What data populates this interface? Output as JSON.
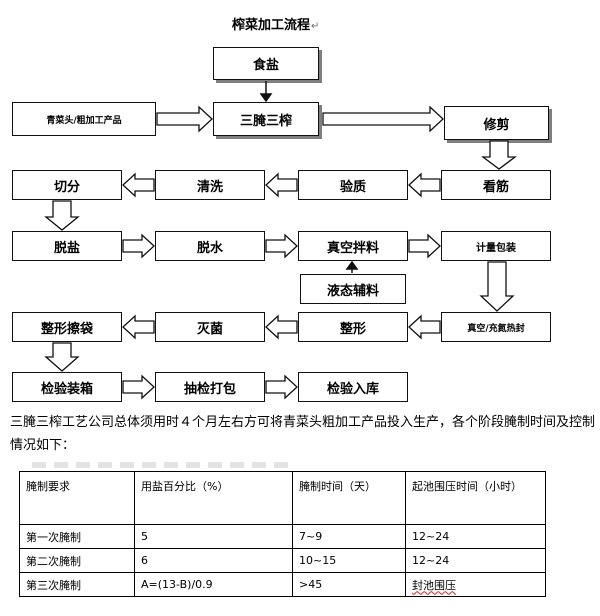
{
  "title": "榨菜加工流程",
  "return_mark": "↵",
  "boxes": {
    "salt": "食盐",
    "raw": "青菜头/粗加工产品",
    "sanyan": "三腌三榨",
    "trim": "修剪",
    "cut": "切分",
    "wash": "清洗",
    "inspect": "验质",
    "check": "看筋",
    "desalt": "脱盐",
    "dehydrate": "脱水",
    "vacmix": "真空拌料",
    "weigh": "计量包装",
    "liquid": "液态辅料",
    "shape_bag": "整形擦袋",
    "sterilize": "灭菌",
    "shape": "整形",
    "vacseal": "真空/充氮热封",
    "inspect_box": "检验装箱",
    "sample_pack": "抽检打包",
    "storage": "检验入库"
  },
  "paragraph": "三腌三榨工艺公司总体须用时４个月左右方可将青菜头粗加工产品投入生产，各个阶段腌制时间及控制情况如下：",
  "table": {
    "headers": [
      "腌制要求",
      "用盐百分比（%）",
      "腌制时间（天）",
      "起池围压时间（小时）"
    ],
    "rows": [
      [
        "第一次腌制",
        "5",
        "7~9",
        "12~24"
      ],
      [
        "第二次腌制",
        "6",
        "10~15",
        "12~24"
      ],
      [
        "第三次腌制",
        "A=(13-B)/0.9",
        ">45",
        "封池围压"
      ]
    ]
  }
}
